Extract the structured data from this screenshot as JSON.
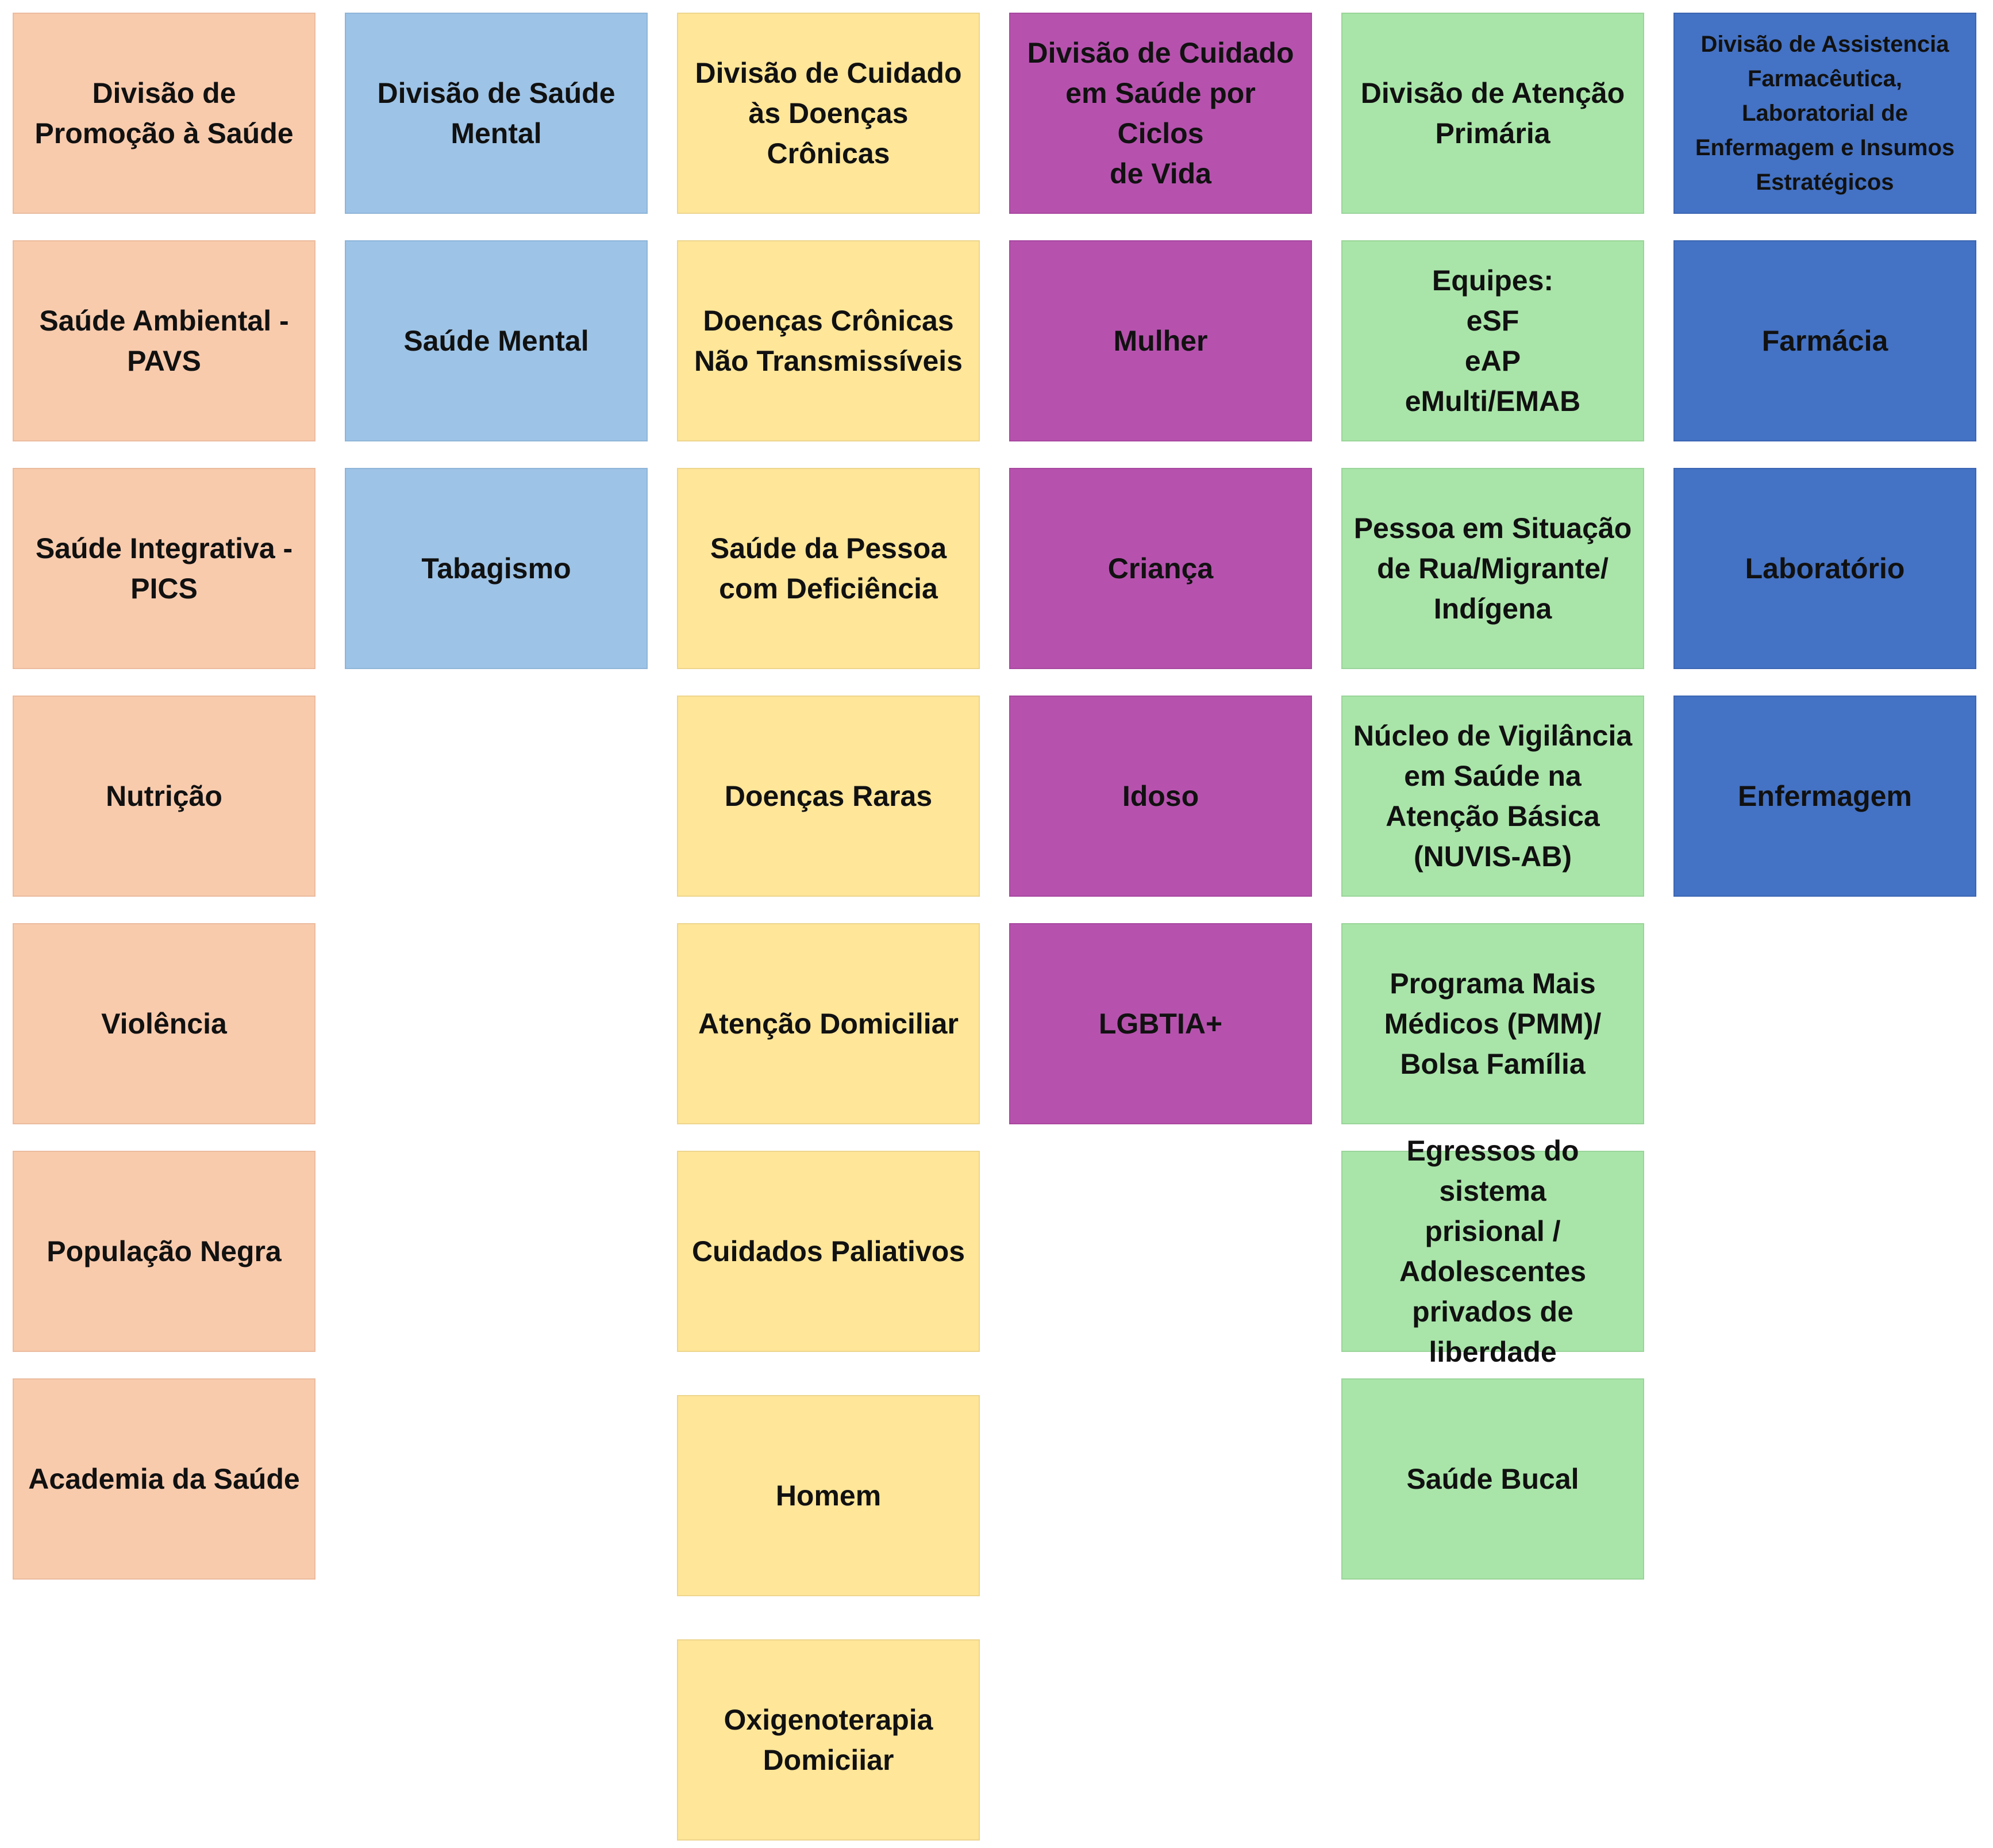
{
  "colors": {
    "promocao": "#F8CBAD",
    "saude_mental": "#9DC3E6",
    "doencas_cronicas": "#FFE699",
    "ciclos_de_vida": "#B652AE",
    "atencao_primaria": "#A9E5A9",
    "assistencia_farmaceutica": "#4472C4"
  },
  "columns": [
    {
      "header": "Divisão de\nPromoção à Saúde",
      "items": [
        "Saúde Ambiental -\nPAVS",
        "Saúde Integrativa -\nPICS",
        "Nutrição",
        "Violência",
        "População Negra",
        "Academia da Saúde"
      ]
    },
    {
      "header": "Divisão de Saúde\nMental",
      "items": [
        "Saúde Mental",
        "Tabagismo"
      ]
    },
    {
      "header": "Divisão de Cuidado\nàs Doenças Crônicas",
      "items": [
        "Doenças Crônicas\nNão Transmissíveis",
        "Saúde da Pessoa\ncom Deficiência",
        "Doenças Raras",
        "Atenção Domiciliar",
        "Cuidados Paliativos",
        "Homem",
        "Oxigenoterapia\nDomiciiar"
      ]
    },
    {
      "header": "Divisão de Cuidado\nem Saúde por Ciclos\nde Vida",
      "items": [
        "Mulher",
        "Criança",
        "Idoso",
        "LGBTIA+"
      ]
    },
    {
      "header": "Divisão de Atenção\nPrimária",
      "items": [
        "Equipes:\neSF\neAP\neMulti/EMAB",
        "Pessoa em Situação\nde Rua/Migrante/\nIndígena",
        "Núcleo de Vigilância\nem Saúde na\nAtenção Básica\n(NUVIS-AB)",
        "Programa Mais\nMédicos (PMM)/\nBolsa Família",
        "Egressos do sistema\nprisional /\nAdolescentes\nprivados de\nliberdade",
        "Saúde Bucal"
      ]
    },
    {
      "header": "Divisão de Assistencia\nFarmacêutica,\nLaboratorial de\nEnfermagem e Insumos\nEstratégicos",
      "items": [
        "Farmácia",
        "Laboratório",
        "Enfermagem"
      ]
    }
  ]
}
